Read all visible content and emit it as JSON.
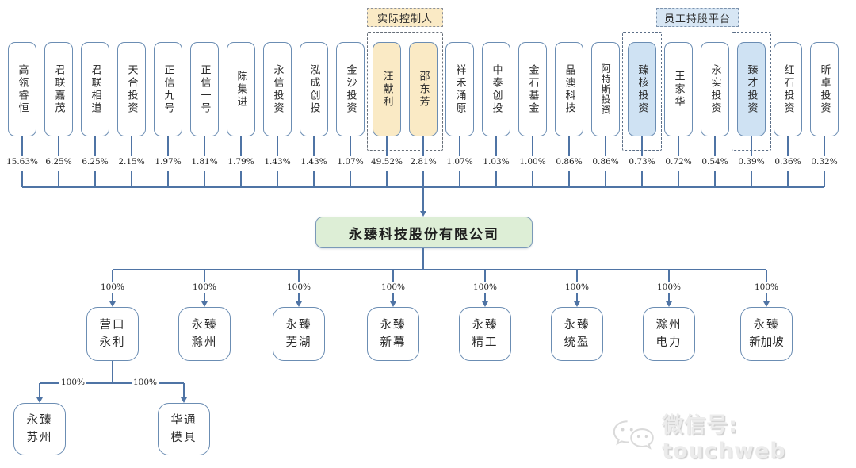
{
  "diagram": {
    "labels": {
      "actual_controller": "实际控制人",
      "esop_platform": "员工持股平台"
    },
    "company": {
      "name": "永臻科技股份有限公司"
    },
    "shareholders": [
      {
        "name": "高瓴睿恒",
        "pct": "15.63%",
        "type": "normal"
      },
      {
        "name": "君联嘉茂",
        "pct": "6.25%",
        "type": "normal"
      },
      {
        "name": "君联相道",
        "pct": "6.25%",
        "type": "normal"
      },
      {
        "name": "天合投资",
        "pct": "2.15%",
        "type": "normal"
      },
      {
        "name": "正信九号",
        "pct": "1.97%",
        "type": "normal"
      },
      {
        "name": "正信一号",
        "pct": "1.81%",
        "type": "normal"
      },
      {
        "name": "陈集进",
        "pct": "1.79%",
        "type": "normal"
      },
      {
        "name": "永信投资",
        "pct": "1.43%",
        "type": "normal"
      },
      {
        "name": "泓成创投",
        "pct": "1.43%",
        "type": "normal"
      },
      {
        "name": "金沙投资",
        "pct": "1.07%",
        "type": "normal"
      },
      {
        "name": "汪献利",
        "pct": "49.52%",
        "type": "actual-controller"
      },
      {
        "name": "邵东芳",
        "pct": "2.81%",
        "type": "actual-controller"
      },
      {
        "name": "祥禾涌原",
        "pct": "1.07%",
        "type": "normal"
      },
      {
        "name": "中泰创投",
        "pct": "1.03%",
        "type": "normal"
      },
      {
        "name": "金石基金",
        "pct": "1.00%",
        "type": "normal"
      },
      {
        "name": "晶澳科技",
        "pct": "0.86%",
        "type": "normal"
      },
      {
        "name": "阿特斯投资",
        "pct": "0.86%",
        "type": "normal"
      },
      {
        "name": "臻核投资",
        "pct": "0.73%",
        "type": "esop"
      },
      {
        "name": "王家华",
        "pct": "0.72%",
        "type": "normal"
      },
      {
        "name": "永实投资",
        "pct": "0.54%",
        "type": "normal"
      },
      {
        "name": "臻才投资",
        "pct": "0.39%",
        "type": "esop"
      },
      {
        "name": "红石投资",
        "pct": "0.36%",
        "type": "normal"
      },
      {
        "name": "昕卓投资",
        "pct": "0.32%",
        "type": "normal"
      }
    ],
    "subsidiaries": [
      {
        "name": "营口永利",
        "lines": [
          "营口",
          "永利"
        ],
        "pct": "100%"
      },
      {
        "name": "永臻滁州",
        "lines": [
          "永臻",
          "滁州"
        ],
        "pct": "100%"
      },
      {
        "name": "永臻芜湖",
        "lines": [
          "永臻",
          "芜湖"
        ],
        "pct": "100%"
      },
      {
        "name": "永臻新幕",
        "lines": [
          "永臻",
          "新幕"
        ],
        "pct": "100%"
      },
      {
        "name": "永臻精工",
        "lines": [
          "永臻",
          "精工"
        ],
        "pct": "100%"
      },
      {
        "name": "永臻统盈",
        "lines": [
          "永臻",
          "统盈"
        ],
        "pct": "100%"
      },
      {
        "name": "滁州电力",
        "lines": [
          "滁州",
          "电力"
        ],
        "pct": "100%"
      },
      {
        "name": "永臻新加坡",
        "lines": [
          "永臻",
          "新加坡"
        ],
        "pct": "100%"
      }
    ],
    "grandchildren": [
      {
        "name": "永臻苏州",
        "lines": [
          "永臻",
          "苏州"
        ],
        "pct": "100%",
        "parent": "营口永利"
      },
      {
        "name": "华通模具",
        "lines": [
          "华通",
          "模具"
        ],
        "pct": "100%",
        "parent": "营口永利"
      }
    ],
    "watermark": {
      "text": "微信号: touchweb",
      "icon": "wechat-icon"
    },
    "colors": {
      "connector_line": "#4f74a5",
      "box_border": "#6b8db3",
      "controller_fill": "#faeac5",
      "esop_fill": "#cfe2f3",
      "company_fill": "#ddeed6"
    }
  }
}
